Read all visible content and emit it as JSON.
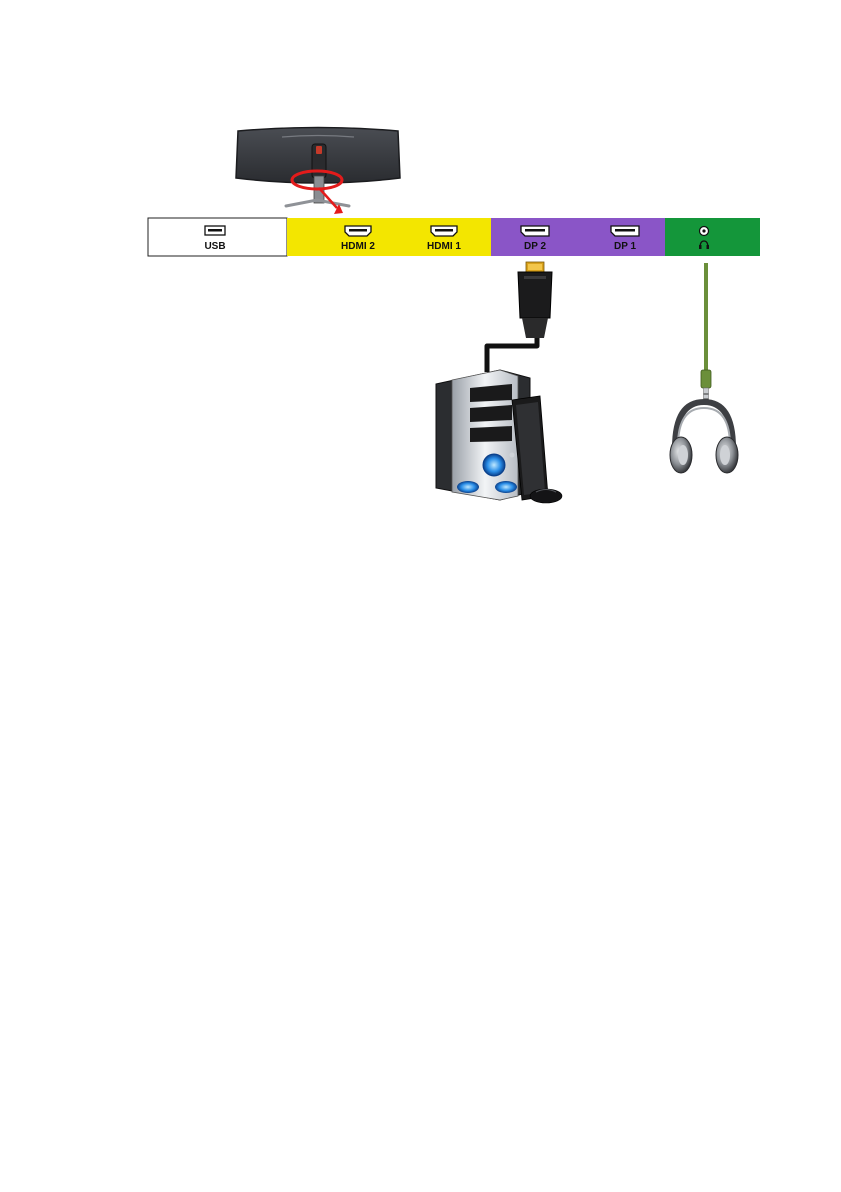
{
  "panels": [
    {
      "id": "usb",
      "color": "#ffffff"
    },
    {
      "id": "hdmi",
      "color": "#f3e600"
    },
    {
      "id": "dp",
      "color": "#8a55c7"
    },
    {
      "id": "audio",
      "color": "#14963a"
    }
  ],
  "ports": {
    "usb": {
      "label": "USB",
      "icon": "usb-port-icon"
    },
    "hdmi2": {
      "label": "HDMI 2",
      "icon": "hdmi-port-icon"
    },
    "hdmi1": {
      "label": "HDMI 1",
      "icon": "hdmi-port-icon"
    },
    "dp2": {
      "label": "DP 2",
      "icon": "displayport-icon"
    },
    "dp1": {
      "label": "DP 1",
      "icon": "displayport-icon"
    },
    "audio": {
      "label": "",
      "icon": "headphone-jack-icon"
    }
  },
  "highlight_color": "#e31b1b",
  "cables": {
    "displayport": {
      "color": "#111111"
    },
    "audio": {
      "color": "#6b8f3a"
    }
  },
  "devices": [
    "monitor-rear-illustration",
    "desktop-computer-illustration",
    "headphones-illustration"
  ]
}
